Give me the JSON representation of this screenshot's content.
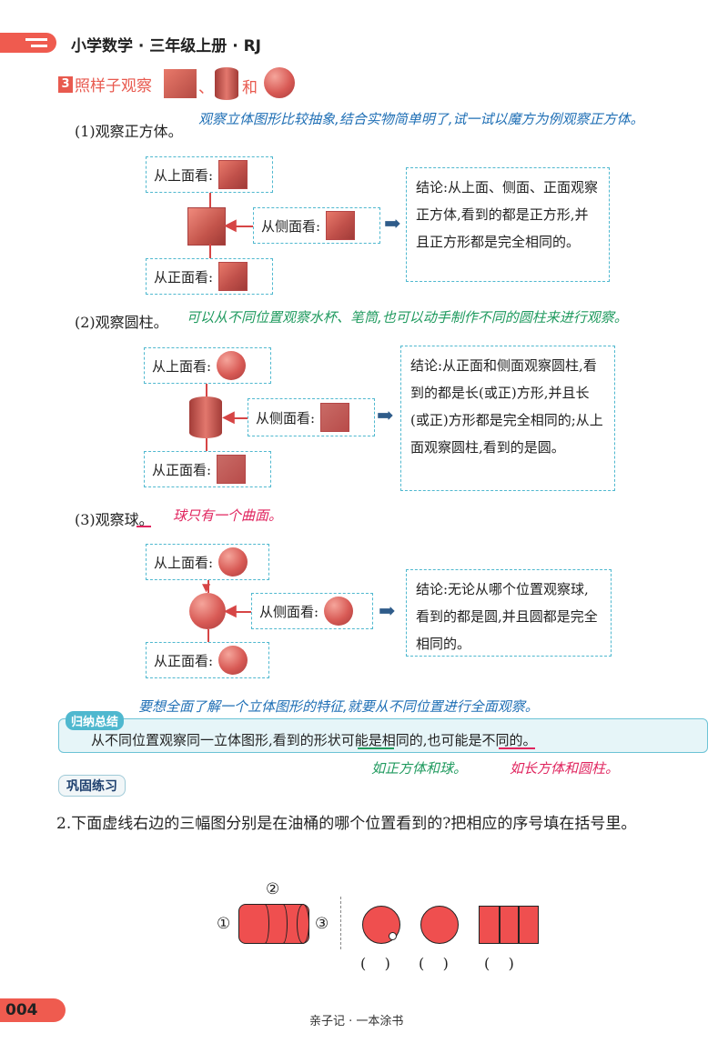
{
  "header": {
    "title": "小学数学 · 三年级上册 · RJ"
  },
  "section3": {
    "number": "3",
    "title_a": "照样子观察",
    "sep": "、",
    "title_and": "和"
  },
  "cube": {
    "heading": "(1)观察正方体。",
    "note": "观察立体图形比较抽象,结合实物简单明了,试一试以魔方为例观察正方体。",
    "top_label": "从上面看:",
    "side_label": "从侧面看:",
    "front_label": "从正面看:",
    "conclusion": "结论:从上面、侧面、正面观察正方体,看到的都是正方形,并且正方形都是完全相同的。"
  },
  "cylinder": {
    "heading": "(2)观察圆柱。",
    "note": "可以从不同位置观察水杯、笔筒,也可以动手制作不同的圆柱来进行观察。",
    "top_label": "从上面看:",
    "side_label": "从侧面看:",
    "front_label": "从正面看:",
    "conclusion": "结论:从正面和侧面观察圆柱,看到的都是长(或正)方形,并且长(或正)方形都是完全相同的;从上面观察圆柱,看到的是圆。"
  },
  "sphere": {
    "heading": "(3)观察球。",
    "note": "球只有一个曲面。",
    "top_label": "从上面看:",
    "side_label": "从侧面看:",
    "front_label": "从正面看:",
    "conclusion": "结论:无论从哪个位置观察球,看到的都是圆,并且圆都是完全相同的。"
  },
  "summary": {
    "note_top": "要想全面了解一个立体图形的特征,就要从不同位置进行全面观察。",
    "badge": "归纳总结",
    "text": "从不同位置观察同一立体图形,看到的形状可能是相同的,也可能是不同的。",
    "note_left": "如正方体和球。",
    "note_right": "如长方体和圆柱。"
  },
  "practice": {
    "badge": "巩固练习",
    "question": "2.下面虚线右边的三幅图分别是在油桶的哪个位置看到的?把相应的序号填在括号里。",
    "label_1": "①",
    "label_2": "②",
    "label_3": "③",
    "answer_1": "(    )",
    "answer_2": "(    )",
    "answer_3": "(    )"
  },
  "footer": {
    "page": "004",
    "brand": "亲子记 · 一本涂书"
  },
  "colors": {
    "accent": "#e85a4f",
    "shape_red": "#ef4f4f",
    "dashed": "#4fb8cf"
  }
}
